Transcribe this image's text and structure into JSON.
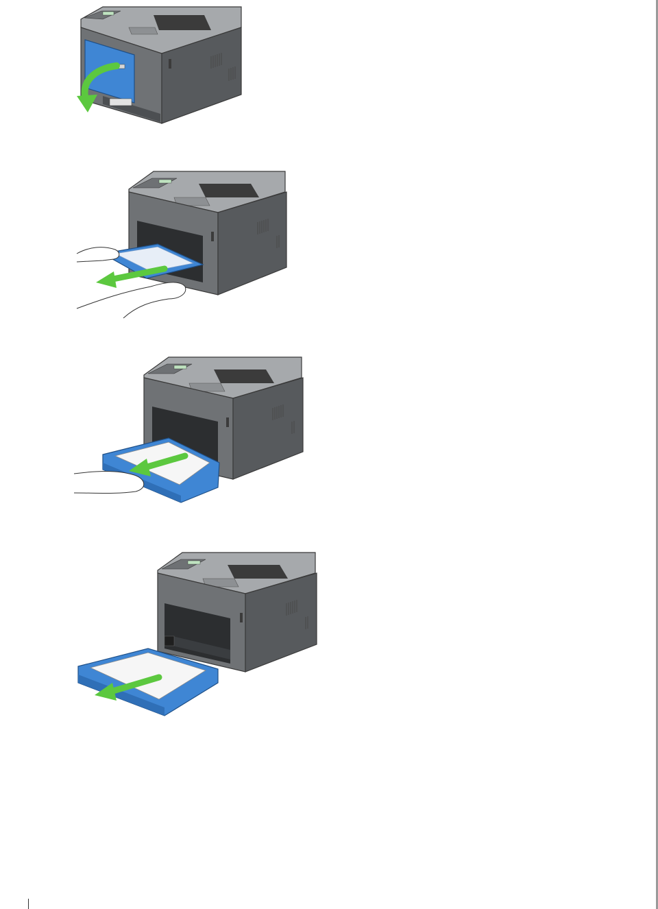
{
  "document": {
    "type": "printer-manual-page",
    "figures": [
      {
        "name": "open-multipurpose-feeder-cover",
        "icon": "curved-arrow-down-icon"
      },
      {
        "name": "remove-paper-from-multipurpose-feeder",
        "icon": "straight-arrow-left-icon"
      },
      {
        "name": "pull-tray-out",
        "icon": "straight-arrow-left-icon"
      },
      {
        "name": "tray-removed",
        "icon": "straight-arrow-left-icon"
      }
    ]
  },
  "colors": {
    "printer_body": "#6f7275",
    "printer_top": "#9ea1a4",
    "printer_side": "#55585b",
    "accent_blue": "#3f86d4",
    "arrow_green": "#5cc83f",
    "paper": "#f6f6f6",
    "outline": "#3a3a3a"
  }
}
